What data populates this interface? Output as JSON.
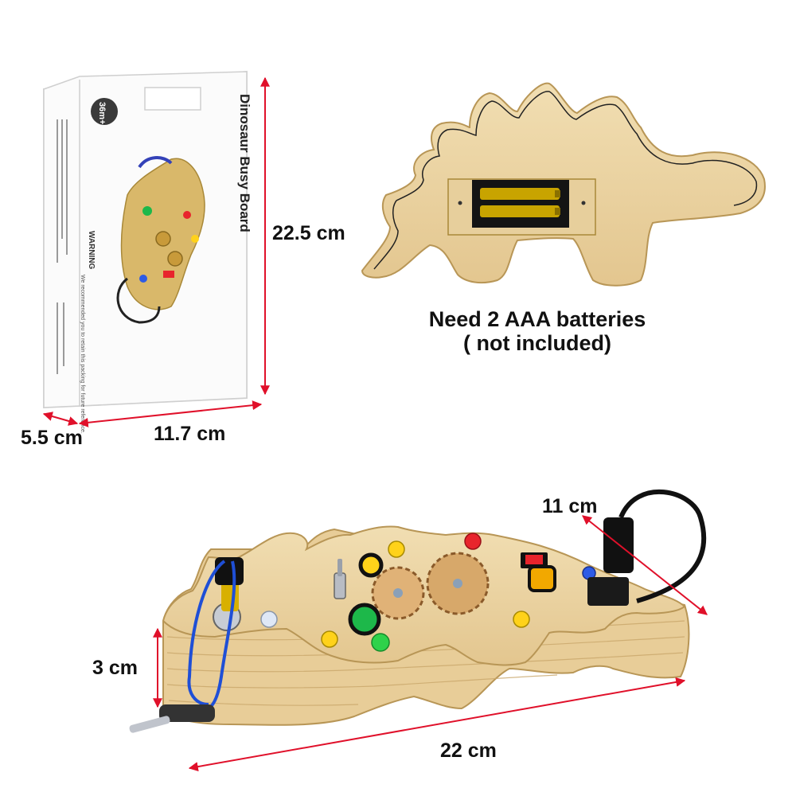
{
  "box": {
    "title": "Dinosaur Busy Board",
    "age_badge": "36m+",
    "warning": "WARNING",
    "warning_note": "We recommended you to retain this packing for future reference."
  },
  "dimensions": {
    "box_height": "22.5 cm",
    "box_depth": "5.5 cm",
    "box_width": "11.7 cm",
    "cable": "11 cm",
    "board_thickness": "3 cm",
    "board_length": "22 cm"
  },
  "battery_note": {
    "line1": "Need 2 AAA batteries",
    "line2": "( not included)"
  },
  "colors": {
    "arrow": "#e0102a",
    "wood": "#ecd6a6",
    "wood_dark": "#c9a76b",
    "battery": "#c8a400",
    "led_yellow": "#ffd21a",
    "led_green": "#1db84a",
    "led_red": "#e8242c",
    "led_blue": "#2d5be6"
  }
}
